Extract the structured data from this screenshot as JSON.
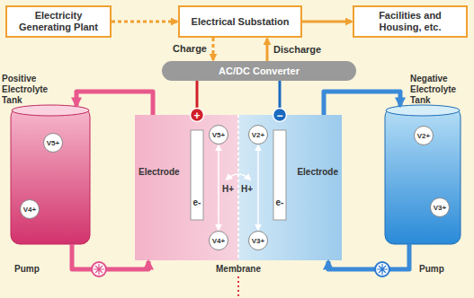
{
  "diagram": {
    "nodes": [
      {
        "text": [
          "Electricity Generating Plant"
        ]
      },
      {
        "text": [
          "Electrical Substation"
        ]
      },
      {
        "text": [
          "Facilities and Housing, etc."
        ]
      },
      {
        "text": [
          "AC/DC Converter"
        ]
      },
      {
        "text": [
          "Positive Electrolyte Tank"
        ]
      },
      {
        "text": [
          "V5+"
        ],
        "in": 4
      },
      {
        "text": [
          "V4+"
        ],
        "in": 4
      },
      {
        "text": [
          "Electrode"
        ]
      },
      {
        "text": [
          "V5+"
        ],
        "in": 7
      },
      {
        "text": [
          "V4+"
        ],
        "in": 7
      },
      {
        "text": [
          "Electrode"
        ]
      },
      {
        "text": [
          "V2+"
        ],
        "in": 10
      },
      {
        "text": [
          "V3+"
        ],
        "in": 10
      },
      {
        "text": [
          "Negative Electrolyte Tank"
        ]
      },
      {
        "text": [
          "V2+"
        ],
        "in": 13
      },
      {
        "text": [
          "V3+"
        ],
        "in": 13
      }
    ],
    "edges": [
      {
        "from": 0,
        "to": 1,
        "arrow": "to"
      },
      {
        "from": 1,
        "to": 2,
        "arrow": "to"
      },
      {
        "from": 1,
        "to": 3,
        "label": "Charge",
        "arrow": "to"
      },
      {
        "from": 3,
        "to": 1,
        "label": "Discharge",
        "arrow": "to"
      },
      {
        "from": 3,
        "to": 7,
        "arrow": "none"
      },
      {
        "from": 3,
        "to": 10,
        "arrow": "none"
      },
      {
        "from": 7,
        "to": 4,
        "arrow": "to"
      },
      {
        "from": 4,
        "to": 7,
        "arrow": "to"
      },
      {
        "from": 10,
        "to": 13,
        "arrow": "to"
      },
      {
        "from": 13,
        "to": 10,
        "arrow": "to"
      },
      {
        "from": 8,
        "to": 9,
        "arrow": "both"
      },
      {
        "from": 11,
        "to": 12,
        "arrow": "both"
      }
    ],
    "labels": [
      "e-",
      "e-",
      "H+",
      "H+",
      "Membrane",
      "+",
      "−",
      "Pump",
      "Pump"
    ]
  }
}
